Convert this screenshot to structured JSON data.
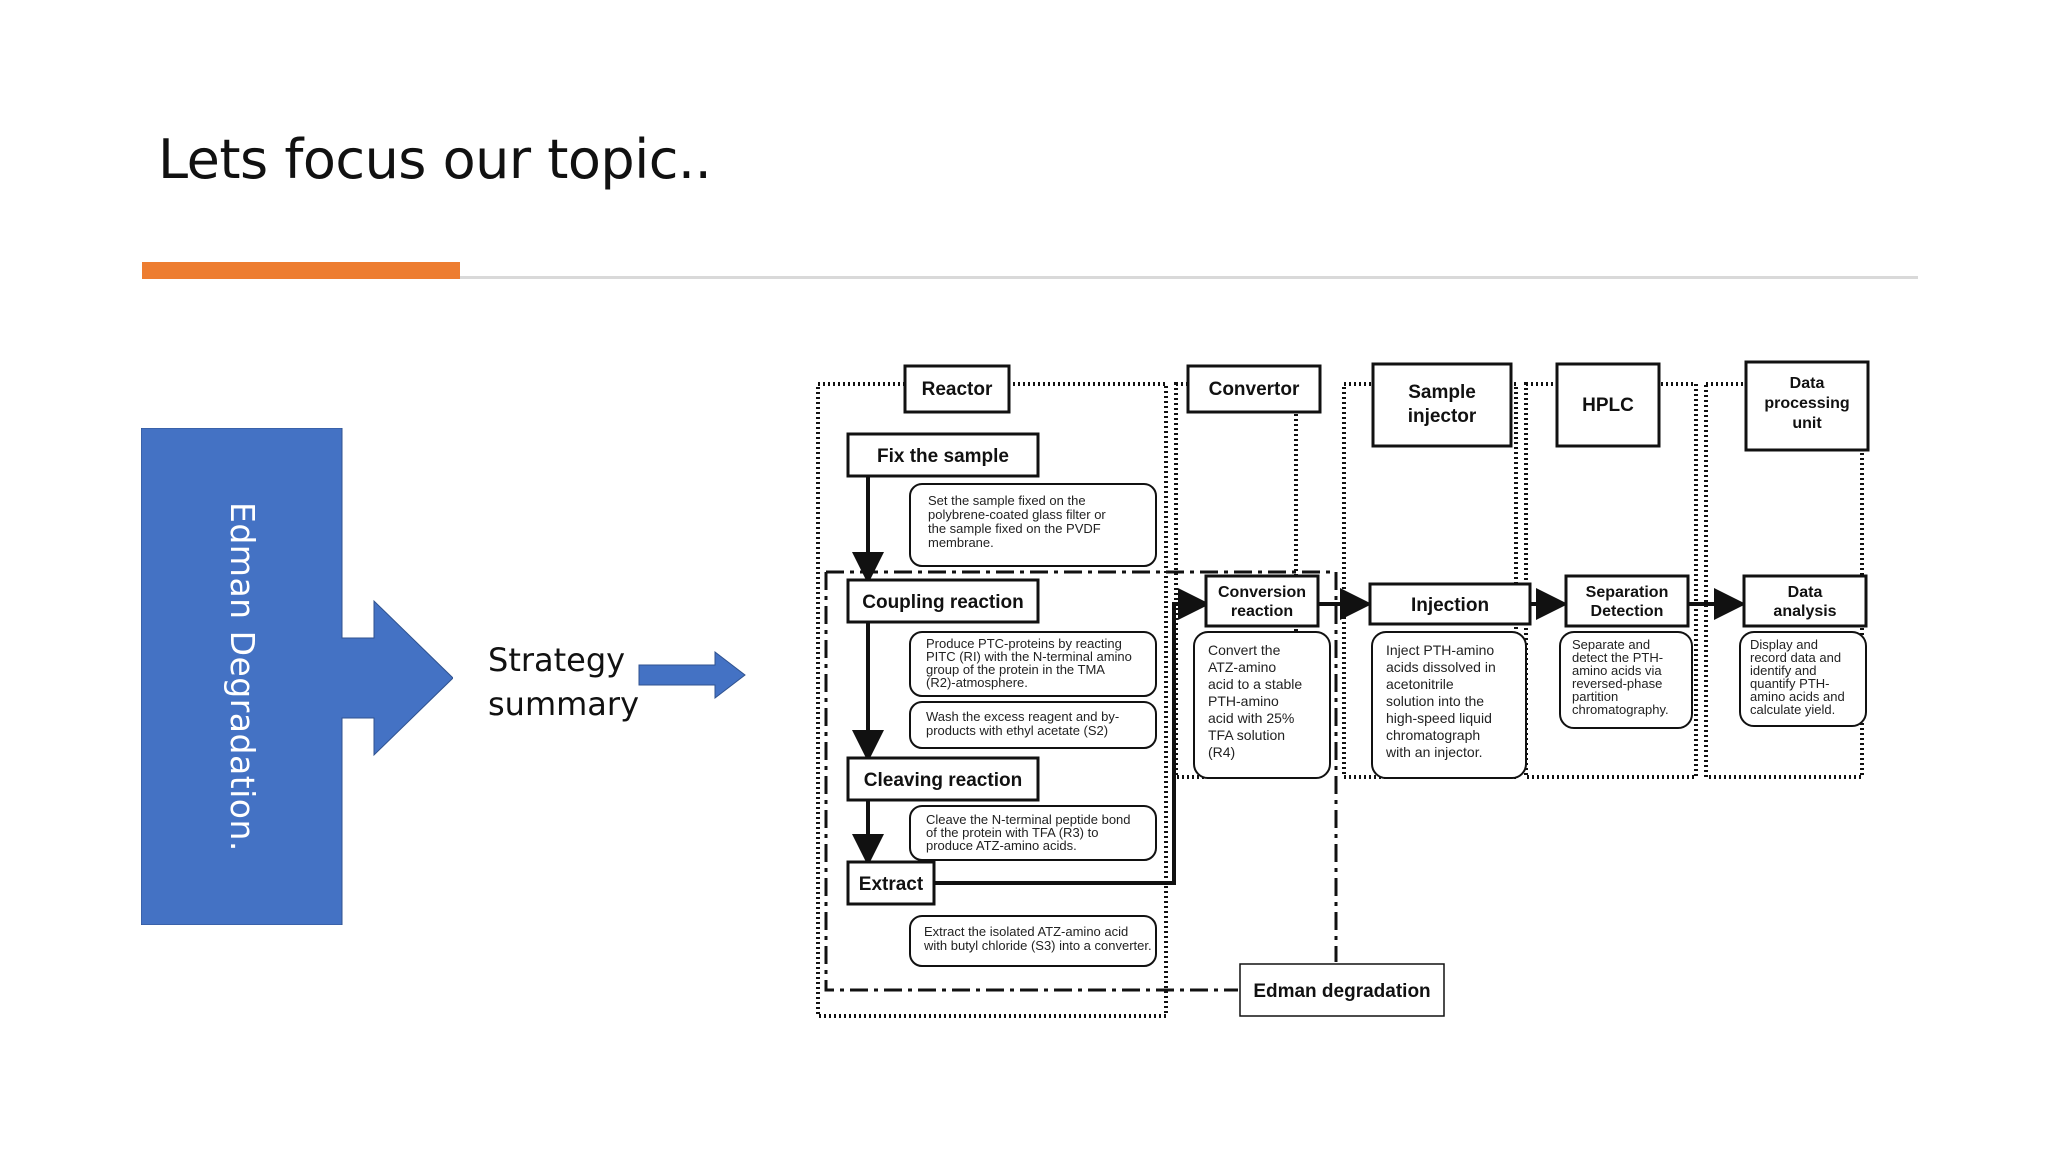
{
  "slide": {
    "title": "Lets focus our topic..",
    "edman_label": "Edman Degradation.",
    "strategy_label": "Strategy summary"
  },
  "colors": {
    "accent_orange": "#ed7d31",
    "block_blue": "#4472c4",
    "rule_gray": "#d9d9d9"
  },
  "diagram": {
    "headers": {
      "reactor": "Reactor",
      "convertor": "Convertor",
      "sample_injector": [
        "Sample",
        "injector"
      ],
      "hplc": "HPLC",
      "data_processing": [
        "Data",
        "processing",
        "unit"
      ]
    },
    "reactor_steps": {
      "fix": {
        "title": "Fix the sample",
        "desc": [
          "Set the sample fixed on the",
          "polybrene-coated glass filter or",
          "the sample fixed on the PVDF",
          "membrane."
        ]
      },
      "coupling": {
        "title": "Coupling reaction",
        "desc": [
          "Produce PTC-proteins by reacting",
          "PITC (RI) with the N-terminal amino",
          "group of the protein in the TMA",
          "(R2)-atmosphere."
        ],
        "desc2": [
          "Wash the excess reagent and by-",
          "products with ethyl acetate (S2)"
        ]
      },
      "cleaving": {
        "title": "Cleaving reaction",
        "desc": [
          "Cleave the N-terminal peptide bond",
          "of the protein with TFA (R3) to",
          "produce ATZ-amino acids."
        ]
      },
      "extract": {
        "title": "Extract",
        "desc": [
          "Extract the isolated ATZ-amino acid",
          "with butyl chloride (S3) into a converter."
        ]
      }
    },
    "conversion": {
      "title": [
        "Conversion",
        "reaction"
      ],
      "desc": [
        "Convert the",
        "ATZ-amino",
        "acid to a stable",
        "PTH-amino",
        "acid with 25%",
        "TFA solution",
        "(R4)"
      ]
    },
    "injection": {
      "title": "Injection",
      "desc": [
        "Inject PTH-amino",
        "acids dissolved in",
        "acetonitrile",
        "solution into the",
        "high-speed liquid",
        "chromatograph",
        "with an injector."
      ]
    },
    "separation": {
      "title": [
        "Separation",
        "Detection"
      ],
      "desc": [
        "Separate and",
        "detect the PTH-",
        "amino acids via",
        "reversed-phase",
        "partition",
        "chromatography."
      ]
    },
    "analysis": {
      "title": [
        "Data",
        "analysis"
      ],
      "desc": [
        "Display and",
        "record data and",
        "identify and",
        "quantify PTH-",
        "amino acids and",
        "calculate yield."
      ]
    },
    "edman_degradation": "Edman degradation"
  }
}
